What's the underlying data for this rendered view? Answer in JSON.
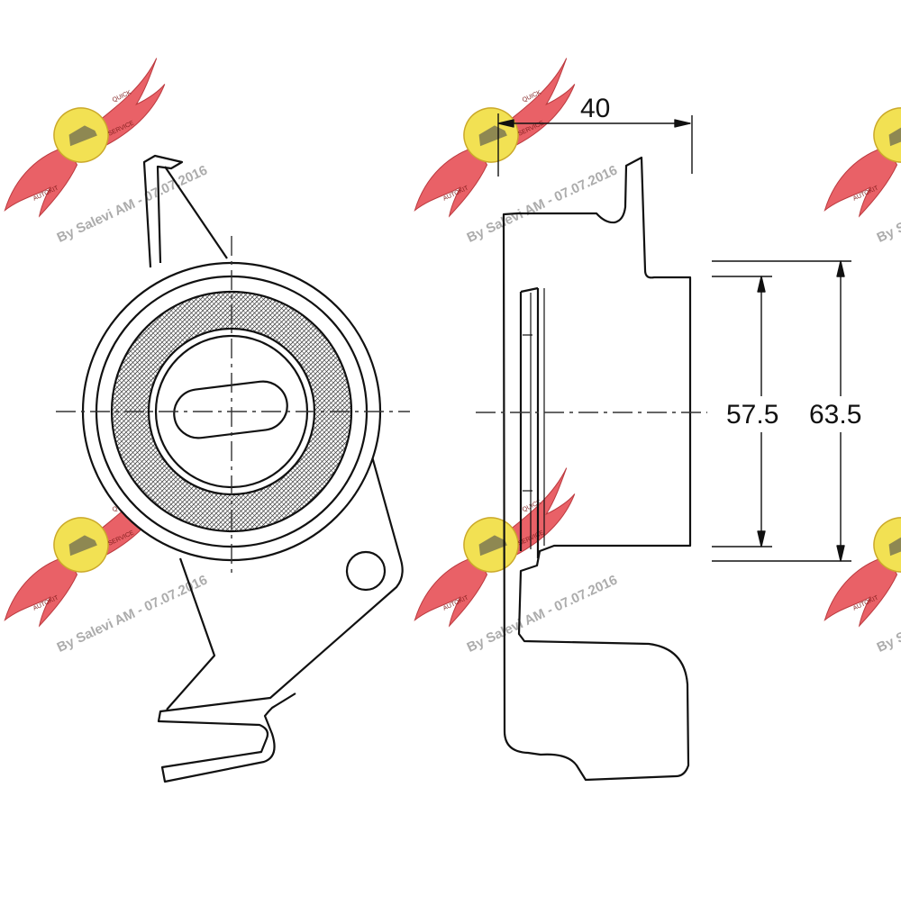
{
  "dimensions": {
    "width": "40",
    "inner_height": "57.5",
    "outer_height": "63.5"
  },
  "watermark": {
    "text": "By Salevi AM - 07.07.2016",
    "brand": "AUTOKIT",
    "tagline": "SERVICE",
    "tagline2": "QUICK",
    "colors": {
      "wing": "#e8595f",
      "wing_outline": "#b83035",
      "badge": "#f2e04a",
      "text": "#a8a8a8"
    }
  },
  "drawing": {
    "colors": {
      "line": "#111111",
      "hatch": "#555555",
      "background": "#ffffff"
    }
  }
}
